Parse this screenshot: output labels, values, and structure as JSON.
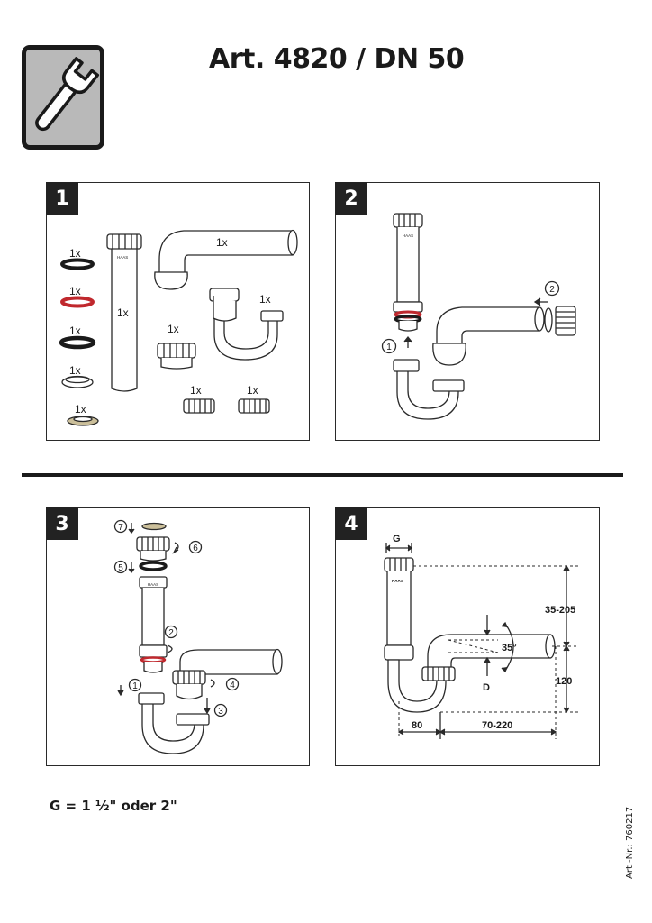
{
  "header": {
    "title": "Art. 4820 / DN 50",
    "icon": "wrench-icon"
  },
  "steps": {
    "s1": {
      "number": "1",
      "qty_ring_black_1": "1x",
      "qty_ring_red": "1x",
      "qty_ring_black_2": "1x",
      "qty_ring_clear": "1x",
      "qty_ring_beige": "1x",
      "qty_tube": "1x",
      "qty_elbow": "1x",
      "qty_trap": "1x",
      "qty_adapter": "1x",
      "qty_nut_1": "1x",
      "qty_nut_2": "1x",
      "brand": "HAAS"
    },
    "s2": {
      "number": "2",
      "step_1": "1",
      "step_2": "2",
      "brand": "HAAS"
    },
    "s3": {
      "number": "3",
      "step_1": "1",
      "step_2": "2",
      "step_3": "3",
      "step_4": "4",
      "step_5": "5",
      "step_6": "6",
      "step_7": "7",
      "brand": "HAAS"
    },
    "s4": {
      "number": "4",
      "label_g": "G",
      "dim_height_top": "35-205",
      "angle": "35°",
      "label_d": "D",
      "dim_height_outlet": "120",
      "dim_offset": "80",
      "dim_length": "70-220",
      "brand": "HAAS"
    }
  },
  "footer": {
    "thread_note": "G = 1 ½\"  oder 2\"",
    "article_number": "Art.-Nr.: 760217"
  },
  "colors": {
    "red_seal": "#c0282d",
    "beige_seal": "#cbbf9a",
    "badge": "#222222",
    "icon_bg": "#b9b9b9"
  }
}
